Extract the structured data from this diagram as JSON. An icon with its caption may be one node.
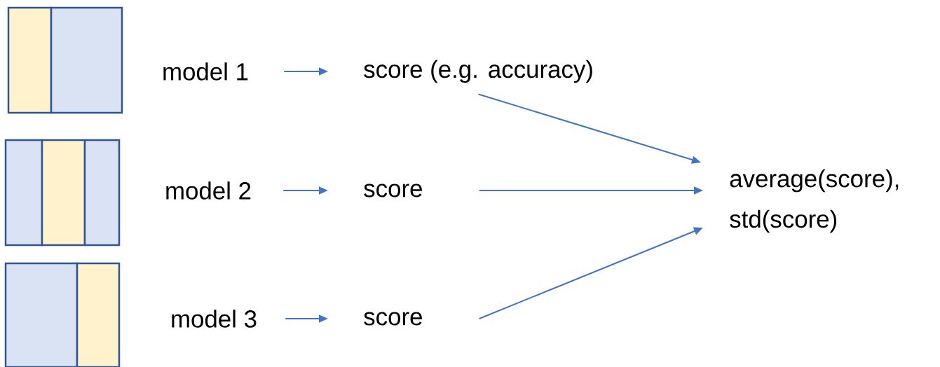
{
  "diagram": {
    "nodes": [
      {
        "text": [
          "model 1"
        ]
      },
      {
        "text": [
          "score (e.g. accuracy)"
        ]
      },
      {
        "text": [
          "model 2"
        ]
      },
      {
        "text": [
          "score"
        ]
      },
      {
        "text": [
          "model 3"
        ]
      },
      {
        "text": [
          "score"
        ]
      },
      {
        "text": [
          "average(score), std(score)"
        ]
      }
    ],
    "edges": [
      {
        "from": 0,
        "to": 1,
        "arrow": "to"
      },
      {
        "from": 2,
        "to": 3,
        "arrow": "to"
      },
      {
        "from": 4,
        "to": 5,
        "arrow": "to"
      },
      {
        "from": 1,
        "to": 6,
        "arrow": "to"
      },
      {
        "from": 3,
        "to": 6,
        "arrow": "to"
      },
      {
        "from": 5,
        "to": 6,
        "arrow": "to"
      }
    ]
  }
}
